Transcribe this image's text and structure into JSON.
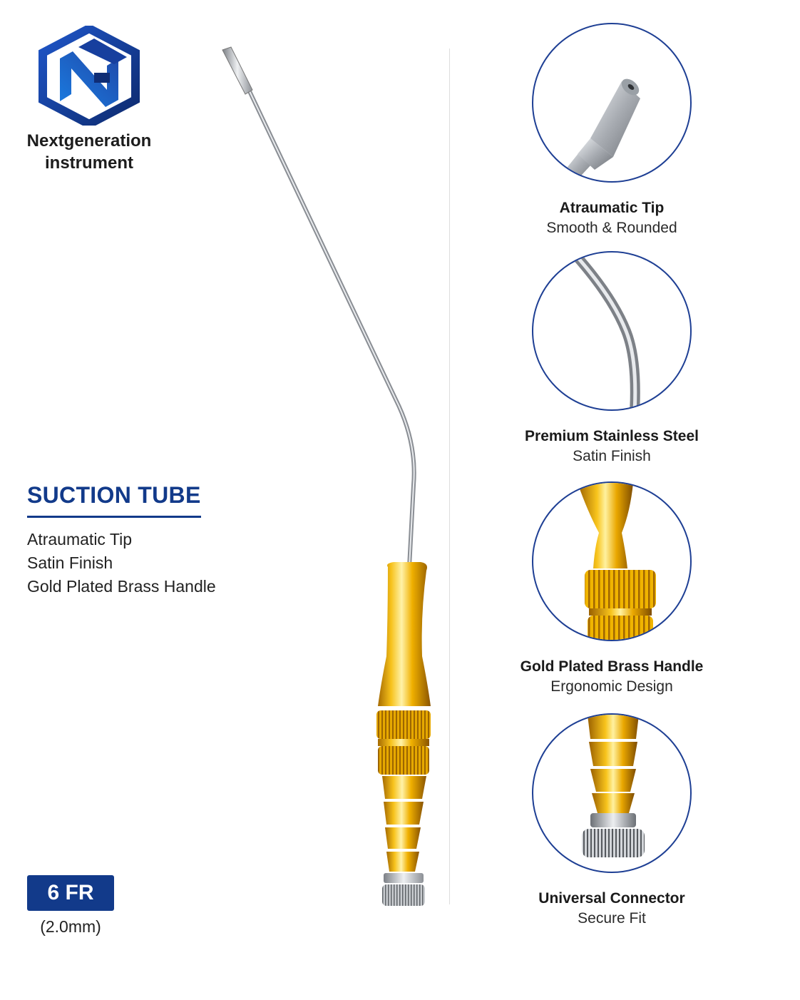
{
  "brand": {
    "name_line1": "Nextgeneration",
    "name_line2": "instrument"
  },
  "product": {
    "title": "SUCTION TUBE",
    "features": [
      "Atraumatic Tip",
      "Satin Finish",
      "Gold Plated Brass Handle"
    ]
  },
  "size": {
    "fr": "6 FR",
    "mm": "(2.0mm)"
  },
  "details": [
    {
      "title": "Atraumatic Tip",
      "subtitle": "Smooth & Rounded"
    },
    {
      "title": "Premium Stainless Steel",
      "subtitle": "Satin Finish"
    },
    {
      "title": "Gold Plated Brass Handle",
      "subtitle": "Ergonomic Design"
    },
    {
      "title": "Universal Connector",
      "subtitle": "Secure Fit"
    }
  ],
  "colors": {
    "accent": "#123a8a",
    "gold": "#f2b705",
    "steel": "#b8bcc2",
    "circle_border": "#1e3f94"
  }
}
